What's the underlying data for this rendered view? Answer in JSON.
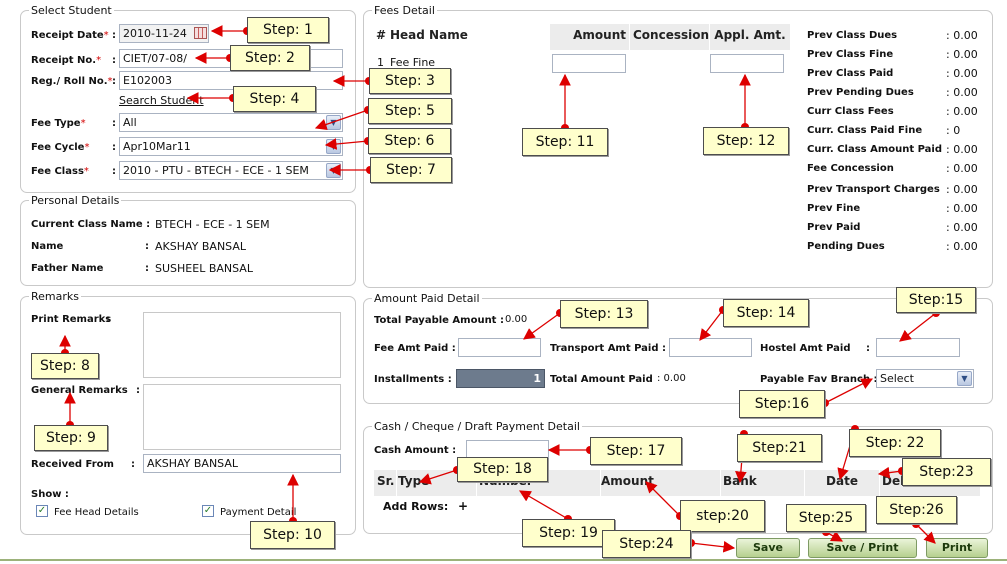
{
  "select_student": {
    "legend": "Select Student",
    "receipt_date_label": "Receipt Date",
    "receipt_date_value": "2010-11-24",
    "receipt_no_label": "Receipt No.",
    "receipt_no_value": "CIET/07-08/",
    "reg_roll_label": "Reg./ Roll No.",
    "reg_roll_value": "E102003",
    "search_student": "Search Student",
    "fee_type_label": "Fee Type",
    "fee_type_value": "All",
    "fee_cycle_label": "Fee Cycle",
    "fee_cycle_value": "Apr10Mar11",
    "fee_class_label": "Fee Class",
    "fee_class_value": "2010 - PTU - BTECH - ECE - 1 SEM",
    "required_mark": "*",
    "colon": ":"
  },
  "personal_details": {
    "legend": "Personal Details",
    "current_class_label": "Current Class Name :",
    "current_class_value": "BTECH - ECE - 1 SEM",
    "name_label": "Name",
    "name_value": "AKSHAY BANSAL",
    "father_label": "Father Name",
    "father_value": "SUSHEEL BANSAL",
    "colon": ":"
  },
  "remarks": {
    "legend": "Remarks",
    "print_remarks_label": "Print Remarks",
    "general_remarks_label": "General Remarks",
    "received_from_label": "Received From",
    "received_from_value": "AKSHAY BANSAL",
    "show_label": "Show :",
    "fee_head_details": "Fee Head Details",
    "payment_detail": "Payment Detail",
    "colon": ":",
    "check_mark": "✓"
  },
  "fees_detail": {
    "legend": "Fees Detail",
    "columns": [
      "#",
      "Head Name",
      "Amount",
      "Concession",
      "Appl. Amt."
    ],
    "row_no": "1",
    "row_head": "Fee Fine",
    "summary": [
      {
        "label": "Prev Class Dues",
        "value": ": 0.00"
      },
      {
        "label": "Prev Class Fine",
        "value": ": 0.00"
      },
      {
        "label": "Prev Class Paid",
        "value": ": 0.00"
      },
      {
        "label": "Prev Pending Dues",
        "value": ": 0.00"
      },
      {
        "label": "Curr Class Fees",
        "value": ": 0.00"
      },
      {
        "label": "Curr. Class Paid Fine",
        "value": ":     0"
      },
      {
        "label": "Curr. Class Amount Paid",
        "value": ": 0.00"
      },
      {
        "label": "Fee Concession",
        "value": ": 0.00"
      },
      {
        "label": "Prev Transport Charges",
        "value": ": 0.00"
      },
      {
        "label": "Prev Fine",
        "value": ": 0.00"
      },
      {
        "label": "Prev Paid",
        "value": ": 0.00"
      },
      {
        "label": "Pending Dues",
        "value": ": 0.00"
      }
    ]
  },
  "amount_paid": {
    "legend": "Amount Paid Detail",
    "total_payable_label": "Total Payable Amount :",
    "total_payable_value": "0.00",
    "fee_amt_label": "Fee Amt Paid :",
    "transport_amt_label": "Transport Amt Paid :",
    "hostel_amt_label": "Hostel Amt Paid",
    "colon": ":",
    "installments_label": "Installments :",
    "installments_value": "1",
    "total_paid_label": "Total Amount Paid",
    "total_paid_value": ": 0.00",
    "fav_branch_label": "Payable Fav Branch :",
    "fav_branch_value": "Select"
  },
  "payment_detail": {
    "legend": "Cash / Cheque / Draft Payment Detail",
    "cash_amount_label": "Cash Amount :",
    "columns": [
      "Sr.",
      "Type",
      "Number",
      "Amount",
      "Bank",
      "Date",
      "Delete"
    ],
    "add_rows_label": "Add Rows:",
    "add_rows_symbol": "+"
  },
  "buttons": {
    "save": "Save",
    "save_print": "Save / Print",
    "print": "Print"
  },
  "steps": [
    "Step: 1",
    "Step: 2",
    "Step: 3",
    "Step: 4",
    "Step: 5",
    "Step: 6",
    "Step: 7",
    "Step: 8",
    "Step: 9",
    "Step: 10",
    "Step: 11",
    "Step: 12",
    "Step: 13",
    "Step: 14",
    "Step:15",
    "Step:16",
    "Step: 17",
    "Step: 18",
    "Step: 19",
    "step:20",
    "Step:21",
    "Step: 22",
    "Step:23",
    "Step:24",
    "Step:25",
    "Step:26"
  ],
  "colors": {
    "annotation_red": "#dd0000",
    "step_bg": "#ffffcc",
    "button_green": "#b6d08f"
  },
  "icons": [
    "calendar-icon",
    "dropdown-arrow-icon",
    "checkbox-icon"
  ]
}
